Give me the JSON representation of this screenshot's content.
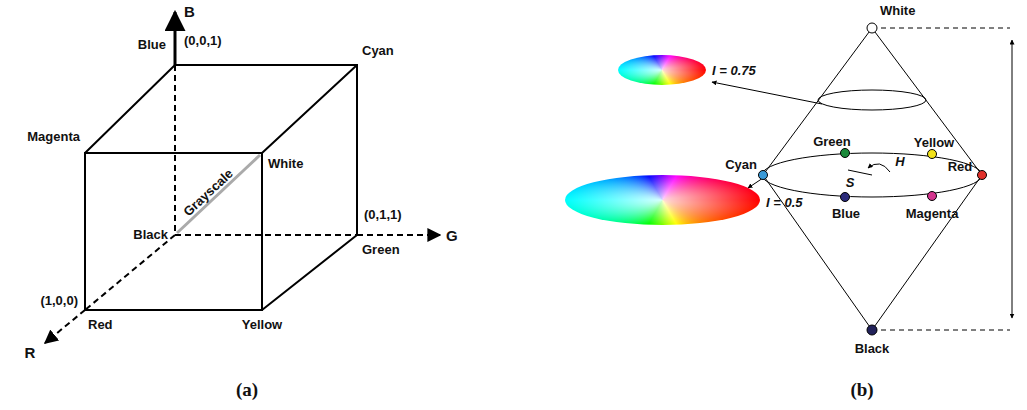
{
  "diagram": {
    "labels": [
      "B",
      "(0,0,1)",
      "Blue",
      "Cyan",
      "Magenta",
      "White",
      "Grayscale",
      "Black",
      "(0,1,1)",
      "G",
      "Green",
      "(1,0,0)",
      "Red",
      "Yellow",
      "R",
      "(a)",
      "White",
      "I = 0.75",
      "Green",
      "Yellow",
      "H",
      "S",
      "Cyan",
      "Red",
      "I = 0.5",
      "Blue",
      "Magenta",
      "Black",
      "(b)"
    ]
  }
}
